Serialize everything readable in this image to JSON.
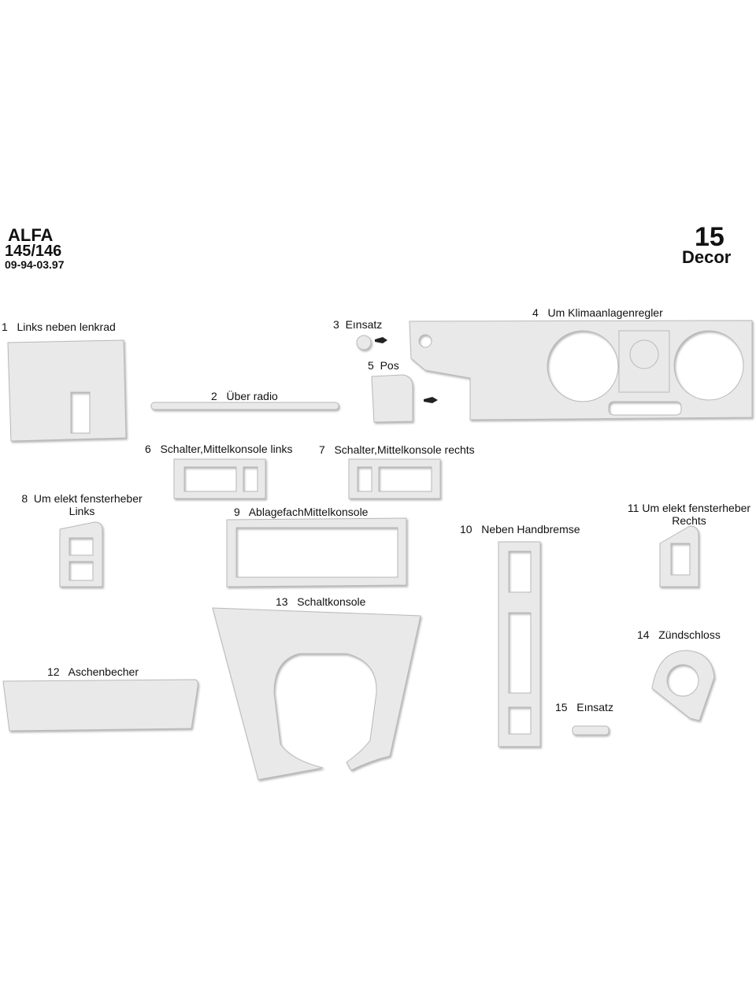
{
  "header": {
    "brand": "ALFA",
    "model": "145/146",
    "years": "09-94-03.97",
    "count": "15",
    "variant": "Decor"
  },
  "parts": [
    {
      "number": "1",
      "name": "Links neben lenkrad"
    },
    {
      "number": "2",
      "name": "Über radio"
    },
    {
      "number": "3",
      "name": "Eınsatz"
    },
    {
      "number": "4",
      "name": "Um Klimaanlagenregler"
    },
    {
      "number": "5",
      "name": "Pos"
    },
    {
      "number": "6",
      "name": "Schalter,Mittelkonsole links"
    },
    {
      "number": "7",
      "name": "Schalter,Mittelkonsole rechts"
    },
    {
      "number": "8",
      "name": "Um elekt fensterheber",
      "name2": "Links"
    },
    {
      "number": "9",
      "name": "AblagefachMittelkonsole"
    },
    {
      "number": "10",
      "name": "Neben Handbremse"
    },
    {
      "number": "11",
      "name": "Um elekt fensterheber",
      "name2": "Rechts"
    },
    {
      "number": "12",
      "name": "Aschenbecher"
    },
    {
      "number": "13",
      "name": "Schaltkonsole"
    },
    {
      "number": "14",
      "name": "Zündschloss"
    },
    {
      "number": "15",
      "name": "Eınsatz"
    }
  ],
  "colors": {
    "part_fill": "#e9e9e9",
    "part_edge": "#b9b9b9",
    "text": "#111111"
  }
}
